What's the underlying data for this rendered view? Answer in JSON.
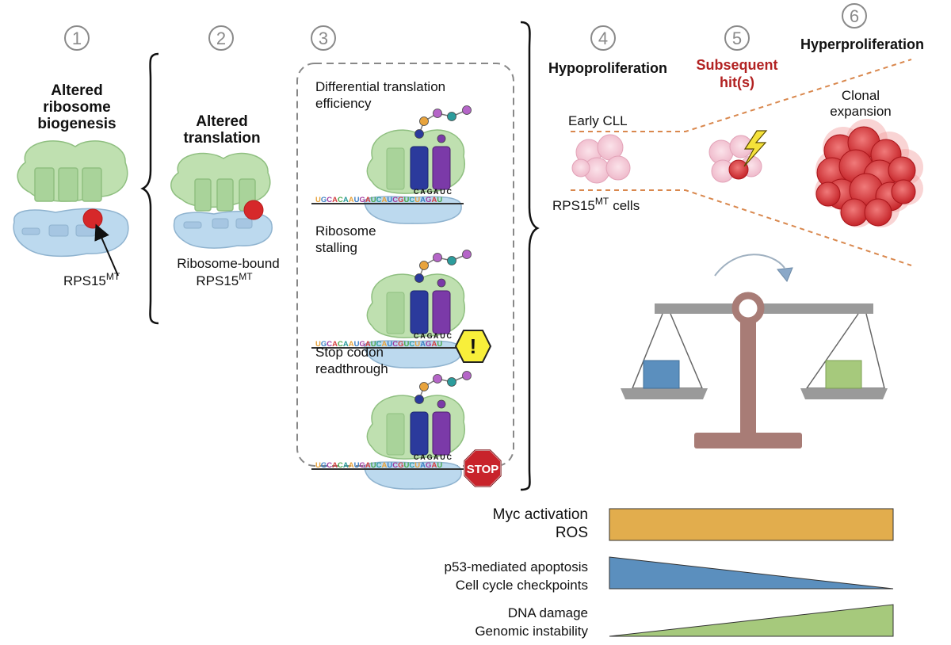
{
  "colors": {
    "ribosome_large": "#bfe0b0",
    "ribosome_large_stroke": "#8fbf80",
    "ribosome_small": "#bcd9ee",
    "ribosome_small_stroke": "#8fb3cf",
    "mutation": "#d6282a",
    "accent_red": "#b22222",
    "dashed_line": "#d9884e",
    "bar_myc": "#e2ad4d",
    "bar_p53": "#5b8fbe",
    "bar_dna": "#a6c97c",
    "scale_gray": "#9a9a9a",
    "scale_post": "#a87c76",
    "weight_left": "#5b8fbe",
    "weight_right": "#a6c97c"
  },
  "steps": [
    {
      "number": "1",
      "title_lines": [
        "Altered",
        "ribosome",
        "biogenesis"
      ],
      "label_main": "RPS15",
      "label_sup": "MT"
    },
    {
      "number": "2",
      "title_lines": [
        "Altered",
        "translation"
      ],
      "label_line1": "Ribosome-bound",
      "label_main": "RPS15",
      "label_sup": "MT"
    },
    {
      "number": "3",
      "panels": [
        {
          "title_lines": [
            "Differential translation",
            "efficiency"
          ],
          "badge": ""
        },
        {
          "title_lines": [
            "Ribosome",
            "stalling"
          ],
          "badge": "!"
        },
        {
          "title_lines": [
            "Stop codon",
            "readthrough"
          ],
          "badge": "STOP"
        }
      ],
      "mrna_sequence": "UGCACAAUGAUCAUCGUCUAGAU",
      "anticodon": "CAGAUC"
    },
    {
      "number": "4",
      "title": "Hypoproliferation",
      "label_top": "Early CLL",
      "label_bottom_main": "RPS15",
      "label_bottom_sup": "MT",
      "label_bottom_rest": "cells"
    },
    {
      "number": "5",
      "title_lines": [
        "Subsequent",
        "hit(s)"
      ]
    },
    {
      "number": "6",
      "title": "Hyperproliferation",
      "label_lines": [
        "Clonal",
        "expansion"
      ]
    }
  ],
  "bars": [
    {
      "label_lines": [
        "Myc activation",
        "ROS"
      ],
      "shape": "rectangle",
      "level_start": 1,
      "level_end": 1
    },
    {
      "label_lines": [
        "p53-mediated apoptosis",
        "Cell cycle checkpoints"
      ],
      "shape": "decreasing",
      "level_start": 1,
      "level_end": 0
    },
    {
      "label_lines": [
        "DNA damage",
        "Genomic instability"
      ],
      "shape": "increasing",
      "level_start": 0,
      "level_end": 1
    }
  ]
}
